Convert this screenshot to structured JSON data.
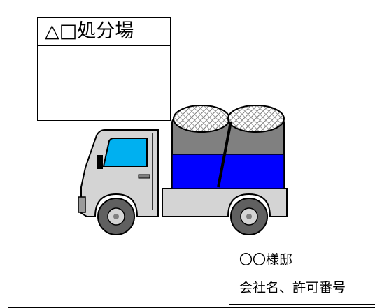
{
  "disposal_site": {
    "name": "△□処分場"
  },
  "owner_sign": {
    "line1": "〇〇様邸",
    "line2": "会社名、許可番号"
  },
  "colors": {
    "truck_body": "#d4d4d4",
    "cargo_cover": "#0000ff",
    "cargo_top": "#808080",
    "window": "#00b0f0",
    "outline": "#000000"
  }
}
